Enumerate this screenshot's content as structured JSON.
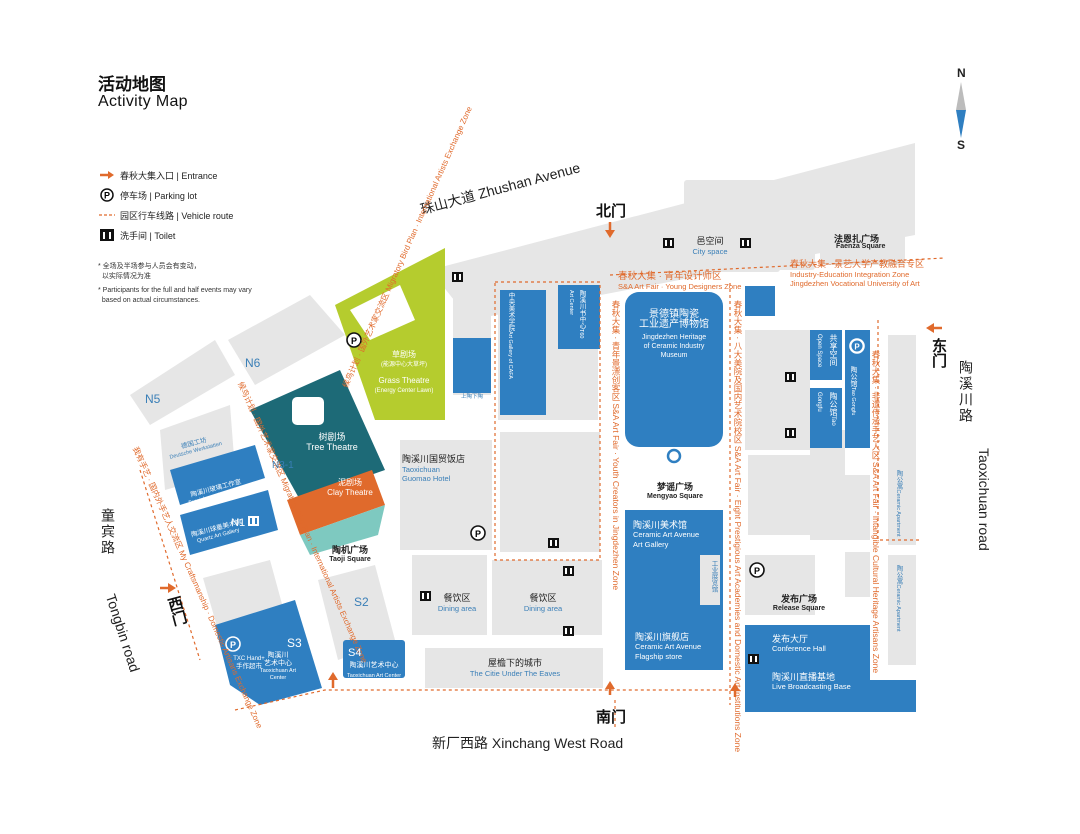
{
  "title": {
    "cn": "活动地图",
    "en": "Activity  Map"
  },
  "compass": {
    "n": "N",
    "s": "S"
  },
  "legend": [
    {
      "icon": "entrance-arrow-icon",
      "text": "春秋大集入口 | Entrance"
    },
    {
      "icon": "parking-icon",
      "text": "停车场 | Parking lot"
    },
    {
      "icon": "vehicle-route-icon",
      "text": "园区行车线路 | Vehicle route"
    },
    {
      "icon": "toilet-icon",
      "text": "洗手间 | Toilet"
    }
  ],
  "notes": {
    "cn1": "全场及半场参与人员会有变动，",
    "cn2": "以实际情况为准",
    "en1": "Participants for the full and half events may vary",
    "en2": "based on actual circumstances."
  },
  "roads": {
    "zhushan": "珠山大道  Zhushan Avenue",
    "xinchang": "新厂西路    Xinchang West Road",
    "tongbin_cn": "童宾路",
    "tongbin_en": "Tongbin road",
    "taoxi_cn": "陶溪川路",
    "taoxi_en": "Taoxichuan road"
  },
  "gates": {
    "north": "北门",
    "south": "南门",
    "west": "西门",
    "east": "东门"
  },
  "zones": {
    "young_cn": "春秋大集 · 青年设计师区",
    "young_en": "S&A Art Fair · Young Designers Zone",
    "faenza_cn": "法恩扎广场",
    "faenza_en": "Faenza Square",
    "industry_cn": "春秋大集 · 景艺大学产教融合专区",
    "industry_en1": "Industry-Education Integration Zone",
    "industry_en2": "Jingdezhen Vocational University of Art",
    "youth_creators": "春秋大集 · 青年景漂创客区  S&A Art Fair · Youth Creators in Jingdezhen Zone",
    "eight_academies": "春秋大集 · 八大美院及国内艺术院校区  S&A Art Fair · Eight Prestigious Art Academies and Domestic Art Institutions Zone",
    "intangible": "春秋大集 · 非遗传承手艺人区  S&A Art Fair · Intangible Cultural Heritage Artisans Zone",
    "bird_plan": "候鸟计划 · 国外艺术家交流区  Migratory Bird Plan · International Artists Exchange Zone",
    "bird_plan2": "候鸟计划 · 国外艺术家交流区  Migratory Bird Plan · International Artists Exchange Zone",
    "my_craft": "我有手艺 · 国内外手艺人交流区  My Craftsmanship · Domestic Artisans Exchange Zone"
  },
  "places": {
    "grass_cn": "草剧场",
    "grass_sub": "(能源中心大草坪)",
    "grass_en": "Grass Theatre",
    "grass_sub_en": "(Energy Center Lawn)",
    "tree_cn": "树剧场",
    "tree_en": "Tree Theatre",
    "clay_cn": "泥剧场",
    "clay_en": "Clay Theatre",
    "taoji_cn": "陶机广场",
    "taoji_en": "Taoji Square",
    "guomao_cn": "陶溪川国贸饭店",
    "guomao_en1": "Taoxichuan",
    "guomao_en2": "Guomao  Hotel",
    "museum_cn1": "景德镇陶瓷",
    "museum_cn2": "工业遗产博物馆",
    "museum_en1": "Jingdezhen Heritage",
    "museum_en2": "of Ceramic Industry",
    "museum_en3": "Museum",
    "mengyao_cn": "梦谣广场",
    "mengyao_en": "Mengyao Square",
    "artgallery_cn": "陶溪川美术馆",
    "artgallery_en1": "Ceramic Art Avenue",
    "artgallery_en2": "Art Gallery",
    "flagship_cn": "陶溪川旗舰店",
    "flagship_en1": "Ceramic Art Avenue",
    "flagship_en2": "Flagship store",
    "city_cn": "邑空间",
    "city_en": "City space",
    "release_cn": "发布广场",
    "release_en": "Release Square",
    "conf_cn": "发布大厅",
    "conf_en": "Conference Hall",
    "live_cn": "陶溪川直播基地",
    "live_en": "Live Broadcasting Base",
    "dining1_cn": "餐饮区",
    "dining1_en": "Dining area",
    "dining2_cn": "餐饮区",
    "dining2_en": "Dining area",
    "eaves_cn": "屋檐下的城市",
    "eaves_en": "The Citie Under The Eaves",
    "center_cn": "陶溪川艺术中心",
    "center_en": "Taoxichuan Art Center",
    "s3_cn1": "陶溪川",
    "s3_cn2": "艺术中心",
    "s3_en": "Taoxichuan Art Center",
    "txc_cn": "手作超市",
    "txc_en": "TXC Hand+",
    "glass_cn": "陶溪川玻璃工作室",
    "glass_en": "Taoxichuan Glass Studio",
    "quartz_cn": "陶溪川球墨美术馆",
    "quartz_en": "Quartz Art Gallery",
    "deutsche_cn": "德国工坊",
    "deutsche_en": "Deutsche Werkstatten",
    "share_cn": "共享空间",
    "share_en": "Open Space",
    "taogong_cn": "陶公馆",
    "taogong_en": "Tao Gongfu",
    "taogong2_cn": "陶公馆",
    "taogong2_en": "Tao Gongfu",
    "workshop_cn": "陶公寓",
    "workshop_en": "Ceramic Apartment",
    "workshop2_cn": "陶公寓",
    "workshop2_en": "Ceramic Apartment",
    "caa_cn": "中央美术学院",
    "caa_en": "Art Gallery of CAFA",
    "t60_cn": "陶溪川书中心",
    "t60_en": "T60 Art Center",
    "industry_design": "工业展览馆",
    "chuang_cn": "上陶下陶",
    "n1": "N1",
    "n3": "N3-1",
    "n5": "N5",
    "n6": "N6",
    "s2": "S2",
    "s3": "S3",
    "s4": "S4"
  },
  "colors": {
    "blue": "#2f7fc1",
    "gray": "#e6e6e6",
    "orange": "#e06a2c",
    "green": "#b5cc2e",
    "teal": "#1d6a77",
    "mint": "#7ec9c0"
  }
}
